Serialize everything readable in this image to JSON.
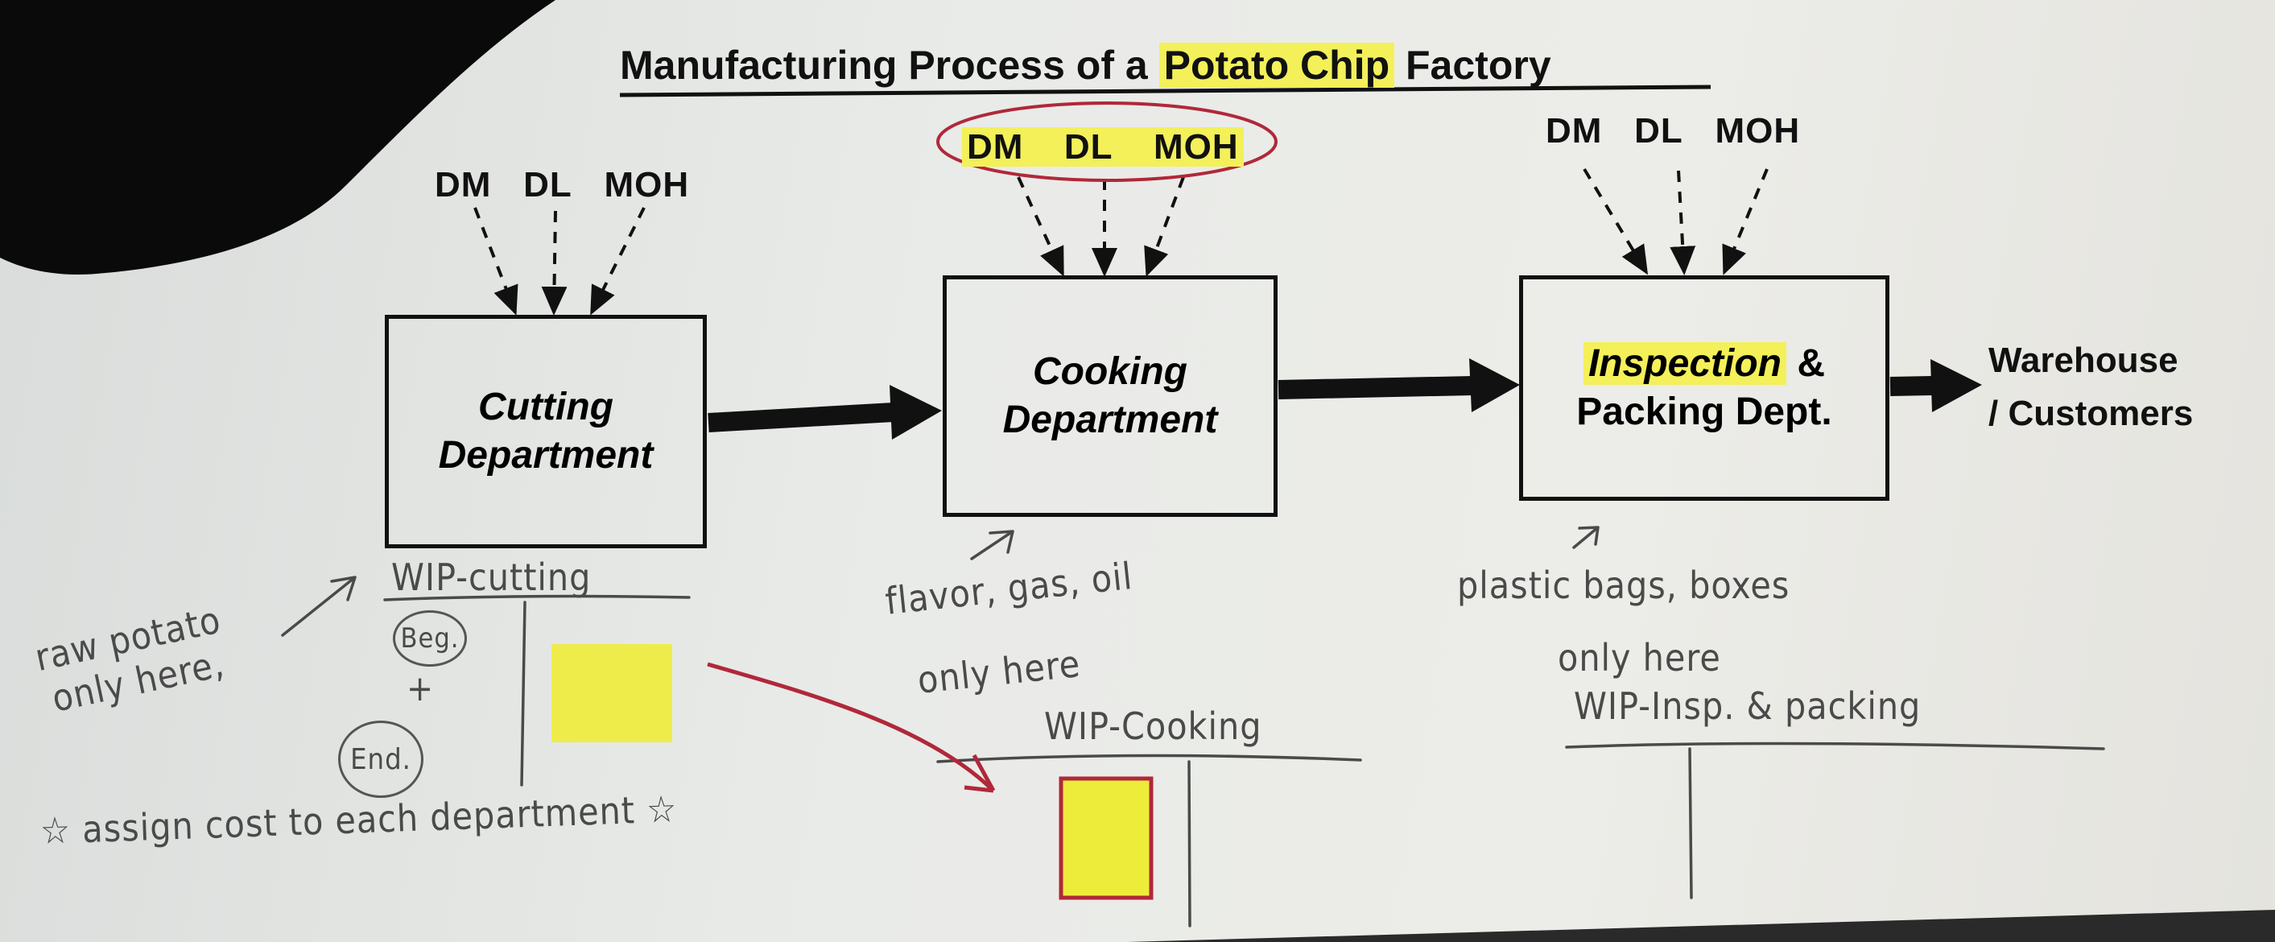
{
  "title": {
    "before": "Manufacturing Process of a ",
    "highlight": "Potato Chip",
    "after": " Factory"
  },
  "cost_inputs": [
    "DM",
    "DL",
    "MOH"
  ],
  "departments": [
    {
      "line1": "Cutting",
      "line2": "Department"
    },
    {
      "line1": "Cooking",
      "line2": "Department"
    },
    {
      "line1_highlight": "Inspection",
      "line1_rest": " &",
      "line2": "Packing Dept."
    }
  ],
  "destination": {
    "line1": "Warehouse",
    "line2": "/ Customers"
  },
  "handwritten": {
    "raw_potato_1": "raw potato",
    "raw_potato_2": "only here,",
    "wip_cutting": "WIP-cutting",
    "beg": "Beg.",
    "plus": "+",
    "end": "End.",
    "assign_cost": "☆ assign cost to each department ☆",
    "cooking_materials_1": "flavor, gas, oil",
    "cooking_materials_2": "only here",
    "wip_cooking": "WIP-Cooking",
    "packing_materials_1": "plastic bags, boxes",
    "packing_materials_2": "only here",
    "wip_packing": "WIP-Insp. & packing"
  },
  "colors": {
    "highlight": "#f3f05a",
    "red_ink": "#b0283a",
    "pencil": "#4a4a4a",
    "ink": "#111111"
  }
}
